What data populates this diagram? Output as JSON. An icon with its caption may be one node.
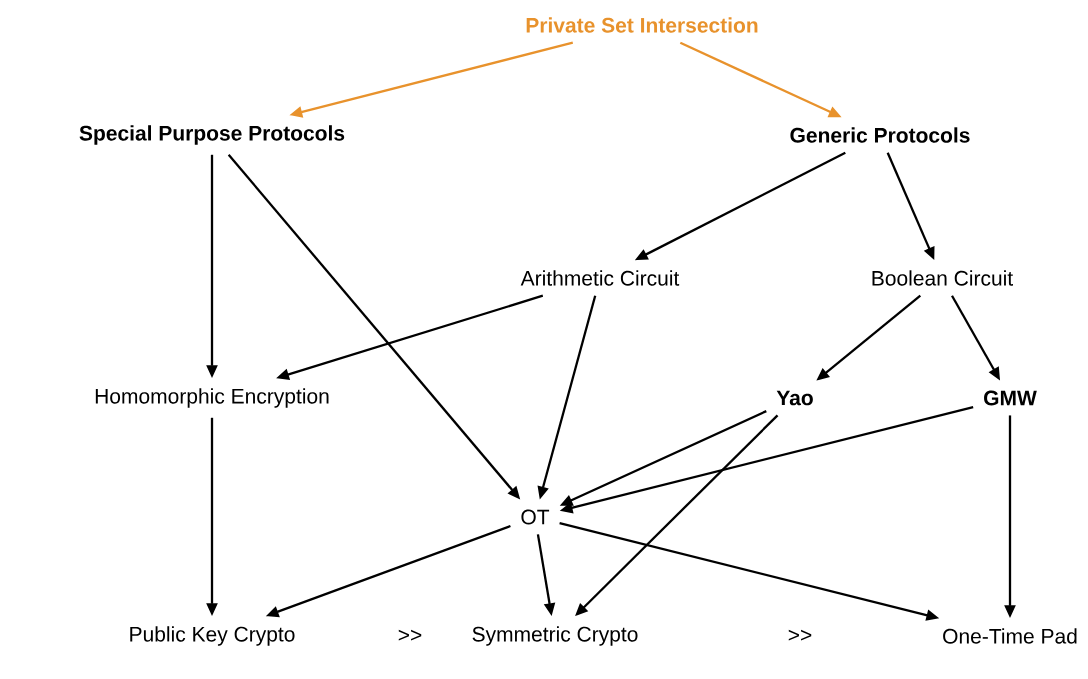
{
  "diagram": {
    "nodes": [
      {
        "text": [
          "Private Set Intersection"
        ]
      },
      {
        "text": [
          "Special Purpose Protocols"
        ]
      },
      {
        "text": [
          "Generic Protocols"
        ]
      },
      {
        "text": [
          "Arithmetic Circuit"
        ]
      },
      {
        "text": [
          "Boolean Circuit"
        ]
      },
      {
        "text": [
          "Homomorphic Encryption"
        ]
      },
      {
        "text": [
          "Yao"
        ]
      },
      {
        "text": [
          "GMW"
        ]
      },
      {
        "text": [
          "OT"
        ]
      },
      {
        "text": [
          "Public Key Crypto"
        ]
      },
      {
        "text": [
          "Symmetric Crypto"
        ]
      },
      {
        "text": [
          "One-Time Pad"
        ]
      }
    ],
    "edges": [
      {
        "from": 0,
        "to": 1,
        "arrow": "to",
        "color": "#e8922c"
      },
      {
        "from": 0,
        "to": 2,
        "arrow": "to",
        "color": "#e8922c"
      },
      {
        "from": 1,
        "to": 5,
        "arrow": "to"
      },
      {
        "from": 1,
        "to": 8,
        "arrow": "to"
      },
      {
        "from": 2,
        "to": 3,
        "arrow": "to"
      },
      {
        "from": 2,
        "to": 4,
        "arrow": "to"
      },
      {
        "from": 3,
        "to": 5,
        "arrow": "to"
      },
      {
        "from": 3,
        "to": 8,
        "arrow": "to"
      },
      {
        "from": 4,
        "to": 6,
        "arrow": "to"
      },
      {
        "from": 4,
        "to": 7,
        "arrow": "to"
      },
      {
        "from": 6,
        "to": 8,
        "arrow": "to"
      },
      {
        "from": 7,
        "to": 8,
        "arrow": "to"
      },
      {
        "from": 6,
        "to": 10,
        "arrow": "to"
      },
      {
        "from": 5,
        "to": 9,
        "arrow": "to"
      },
      {
        "from": 8,
        "to": 9,
        "arrow": "to"
      },
      {
        "from": 8,
        "to": 10,
        "arrow": "to"
      },
      {
        "from": 8,
        "to": 11,
        "arrow": "to"
      },
      {
        "from": 7,
        "to": 11,
        "arrow": "to"
      }
    ],
    "labels": [
      ">>",
      ">>"
    ]
  }
}
